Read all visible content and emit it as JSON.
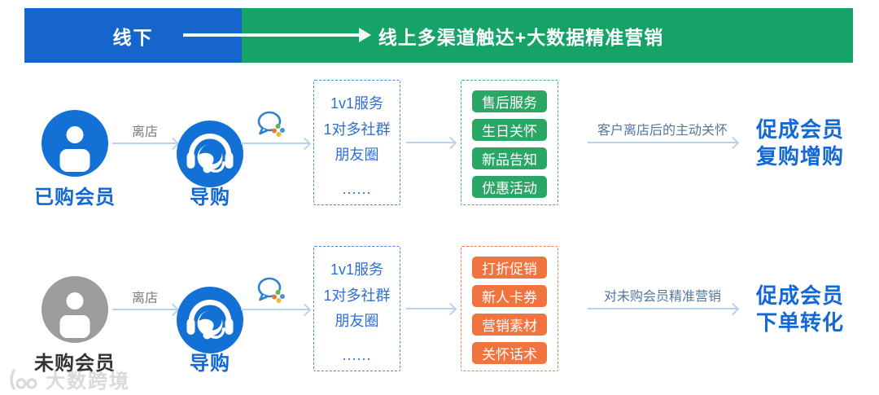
{
  "banner": {
    "left_label": "线下",
    "right_label": "线上多渠道触达+大数据精准营销"
  },
  "rows": [
    {
      "member_label": "已购会员",
      "leave_label": "离店",
      "guide_label": "导购",
      "channels": [
        "1v1服务",
        "1对多社群",
        "朋友圈",
        "......"
      ],
      "actions": [
        "售后服务",
        "生日关怀",
        "新品告知",
        "优惠活动"
      ],
      "strategy_label": "客户离店后的主动关怀",
      "result_line1": "促成会员",
      "result_line2": "复购增购"
    },
    {
      "member_label": "未购会员",
      "leave_label": "离店",
      "guide_label": "导购",
      "channels": [
        "1v1服务",
        "1对多社群",
        "朋友圈",
        "......"
      ],
      "actions": [
        "打折促销",
        "新人卡券",
        "营销素材",
        "关怀话术"
      ],
      "strategy_label": "对未购会员精准营销",
      "result_line1": "促成会员",
      "result_line2": "下单转化"
    }
  ],
  "watermark": {
    "text": "大数跨境"
  },
  "colors": {
    "offline_banner_blue": "#1565cd",
    "online_banner_green": "#15a368",
    "icon_blue": "#1371d6",
    "member_gray": "#9c9c9c",
    "accent_text_blue": "#1268d4",
    "channel_text_blue": "#2e6fd0",
    "action_pill_green": "#2aa765",
    "action_pill_orange": "#f0743f",
    "arrow_light_blue": "#b5d2ef"
  }
}
